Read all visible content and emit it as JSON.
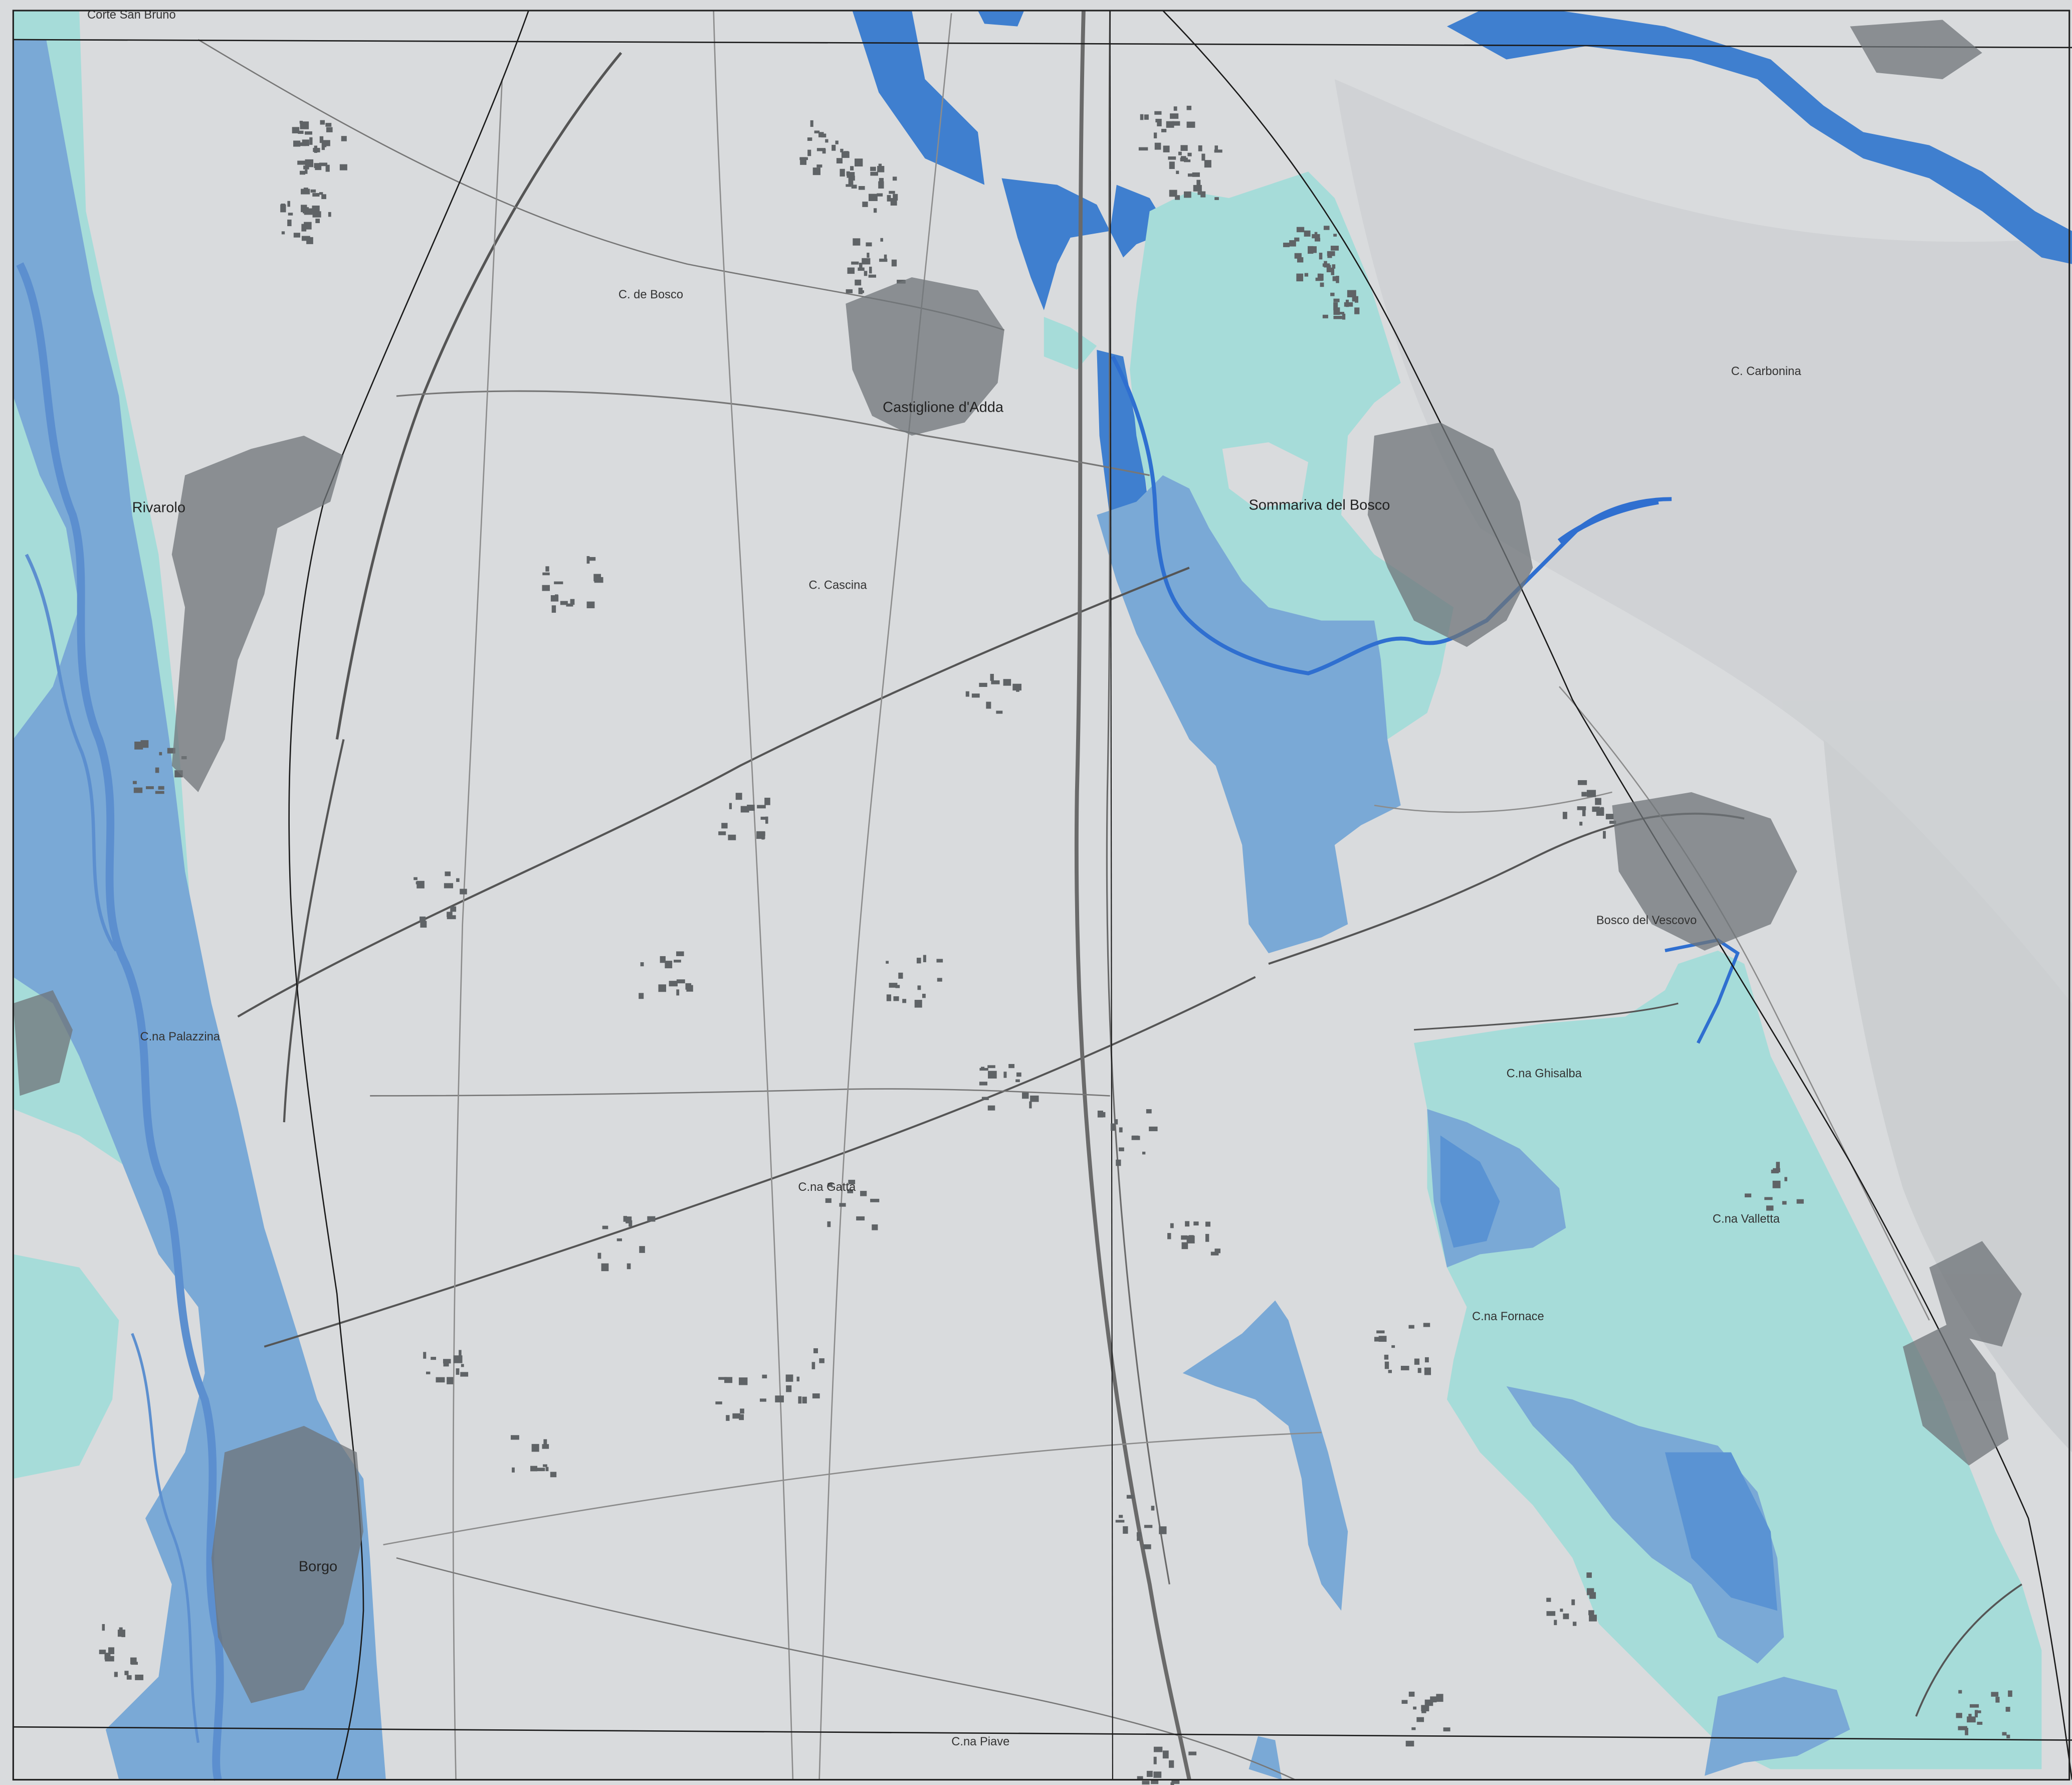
{
  "map": {
    "colors": {
      "background": "#d9dbdd",
      "hazard_low": "#a6dcd9",
      "hazard_medium": "#7aa9d6",
      "hazard_high": "#3f7fcf",
      "river": "#2f6fd0",
      "road_major": "#555555",
      "road_minor": "#8c8c8c",
      "grid_line": "#1a1a1a",
      "buildings": "#5f6366",
      "frame": "#222222"
    },
    "labels": {
      "corner_top_left": "Corte San Bruno",
      "town_west": "Rivarolo",
      "town_center_north": "Castiglione d'Adda",
      "town_east": "Sommariva del Bosco",
      "town_southwest": "Borgo",
      "place_1": "C. de Bosco",
      "place_2": "C. Cascina",
      "place_3": "C.na Palazzina",
      "place_4": "C. Carbonina",
      "place_5": "C.na Fornace",
      "place_6": "C.na Ghisalba",
      "place_7": "C.na Valletta",
      "place_8": "C.na Gatta",
      "place_9": "C.na Piave",
      "place_10": "Bosco del Vescovo"
    },
    "icons": {
      "buildings": "building-block-icon",
      "settlement": "settlement-icon"
    }
  }
}
